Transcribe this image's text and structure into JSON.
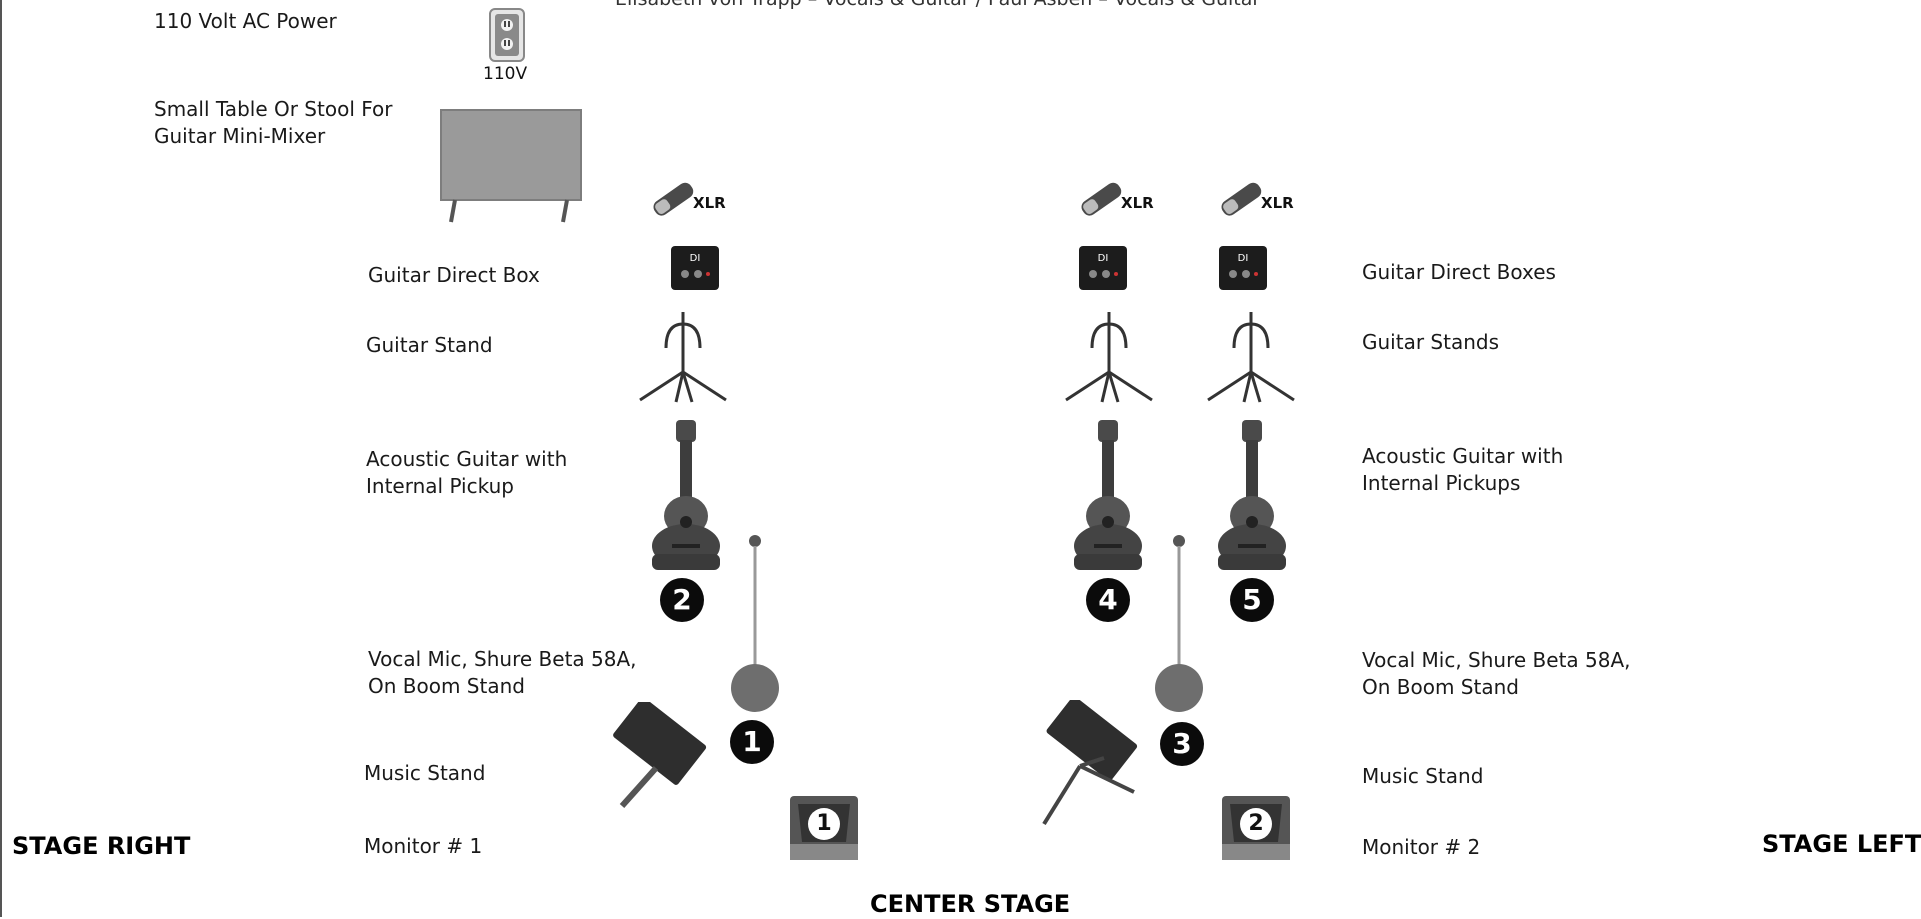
{
  "header_text": "Elisabeth von Trapp – Vocals & Guitar   /   Paul Asben – Vocals & Guitar",
  "labels": {
    "power": "110 Volt AC Power",
    "power_outlet": "110V",
    "table": [
      "Small Table Or Stool For",
      "Guitar Mini-Mixer"
    ],
    "left_direct_box": "Guitar Direct Box",
    "left_guitar_stand": "Guitar Stand",
    "left_acoustic": [
      "Acoustic Guitar with",
      "Internal Pickup"
    ],
    "left_vocal_mic": [
      "Vocal Mic, Shure Beta 58A,",
      "On Boom Stand"
    ],
    "left_music_stand": "Music Stand",
    "left_monitor": "Monitor # 1",
    "right_direct_boxes": "Guitar Direct Boxes",
    "right_guitar_stands": "Guitar Stands",
    "right_acoustic": [
      "Acoustic Guitar with",
      "Internal Pickups"
    ],
    "right_vocal_mic": [
      "Vocal Mic, Shure Beta 58A,",
      "On Boom Stand"
    ],
    "right_music_stand": "Music Stand",
    "right_monitor": "Monitor # 2",
    "stage_right": "STAGE RIGHT",
    "stage_left": "STAGE LEFT",
    "center_stage": "CENTER STAGE"
  },
  "connector_label": "XLR",
  "channels": [
    "1",
    "2",
    "3",
    "4",
    "5"
  ],
  "monitors": [
    "1",
    "2"
  ],
  "colors": {
    "equipment_dark": "#3a3a3a",
    "table_gray": "#9a9a9a",
    "channel_badge": "#0b0b0b"
  }
}
